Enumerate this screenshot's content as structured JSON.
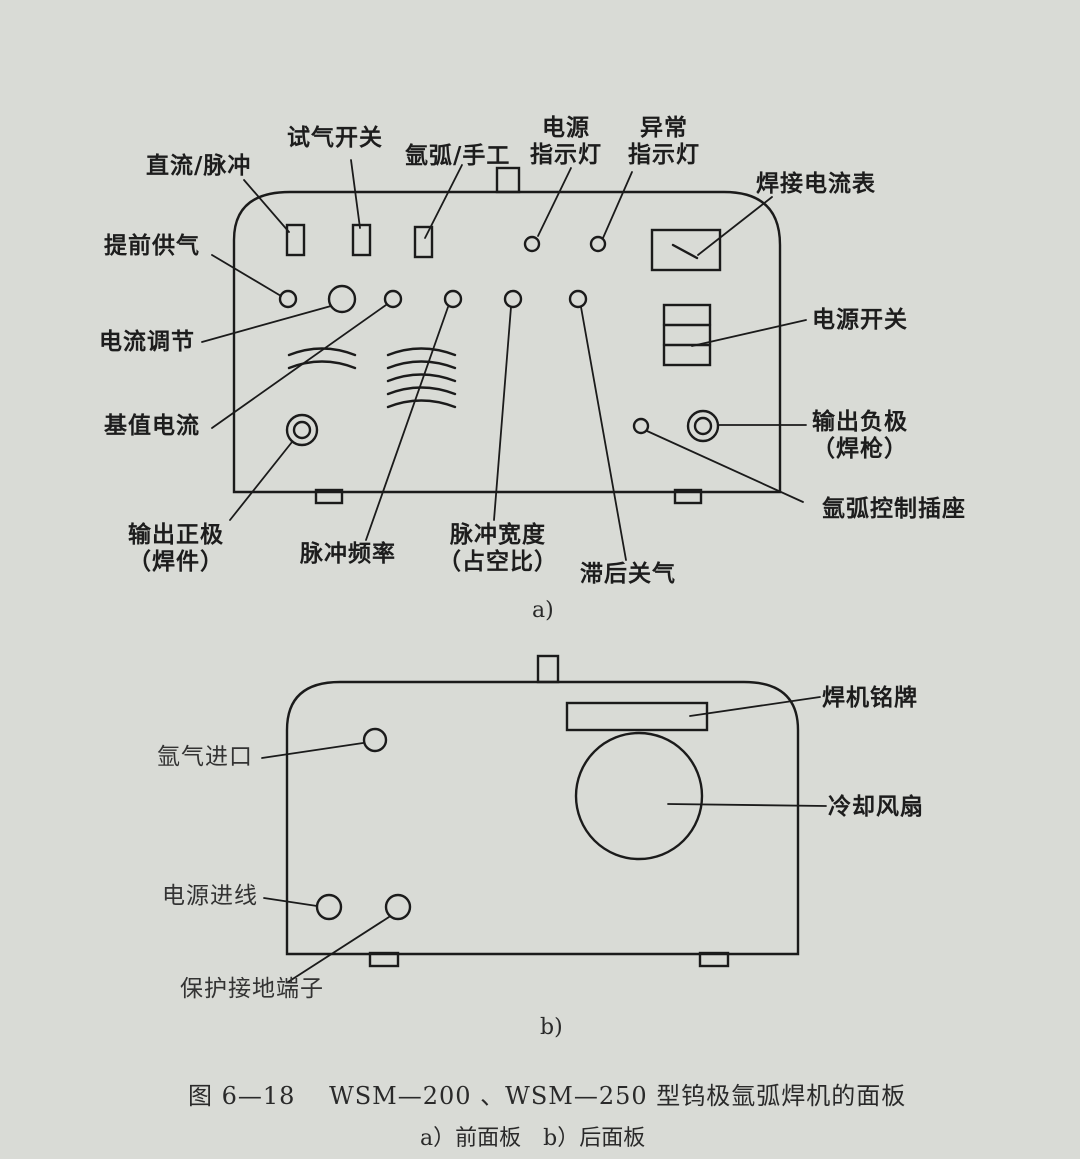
{
  "figure_a": {
    "labels": {
      "dc_pulse": "直流/脉冲",
      "test_gas_switch": "试气开关",
      "argon_manual": "氩弧/手工",
      "power_indicator_l1": "电源",
      "power_indicator_l2": "指示灯",
      "fault_indicator_l1": "异常",
      "fault_indicator_l2": "指示灯",
      "welding_ammeter": "焊接电流表",
      "pre_gas": "提前供气",
      "current_adjust": "电流调节",
      "power_switch": "电源开关",
      "base_current": "基值电流",
      "output_negative_l1": "输出负极",
      "output_negative_l2": "（焊枪）",
      "argon_control_socket": "氩弧控制插座",
      "output_positive_l1": "输出正极",
      "output_positive_l2": "（焊件）",
      "pulse_frequency": "脉冲频率",
      "pulse_width_l1": "脉冲宽度",
      "pulse_width_l2": "（占空比）",
      "post_gas": "滞后关气"
    },
    "sub_caption": "a)"
  },
  "figure_b": {
    "labels": {
      "nameplate": "焊机铭牌",
      "argon_inlet": "氩气进口",
      "cooling_fan": "冷却风扇",
      "power_inlet": "电源进线",
      "ground_terminal": "保护接地端子"
    },
    "sub_caption": "b)"
  },
  "caption": {
    "title": "图 6—18　 WSM—200 、WSM—250 型钨极氩弧焊机的面板",
    "subtitle": "a）前面板　b）后面板"
  }
}
